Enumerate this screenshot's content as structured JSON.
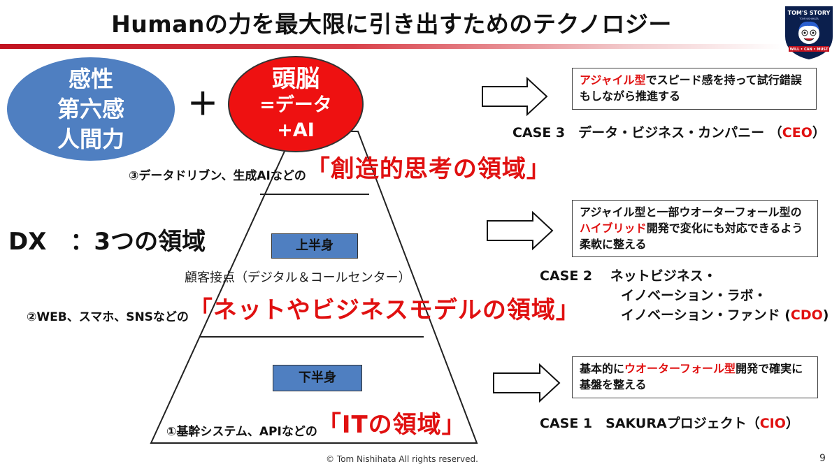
{
  "title": "Humanの力を最大限に引き出すためのテクノロジー",
  "logo": {
    "top_text": "TOM'S STORY",
    "sub_text": "TOM NISHIHATA",
    "bottom_text": "WILL • CAN • MUST"
  },
  "ellipse_left": {
    "line1": "感性",
    "line2": "第六感",
    "line3": "人間力"
  },
  "plus_sign": "＋",
  "ellipse_right": {
    "line1": "頭脳",
    "line2": "=データ",
    "line3": "+AI"
  },
  "dx_label": "DX　：3つの領域",
  "tiers": {
    "top": {
      "prefix": "③データドリブン、生成AIなどの",
      "highlight": "「創造的思考の領域」"
    },
    "middle": {
      "tag": "上半身",
      "note": "顧客接点（デジタル＆コールセンター）",
      "prefix": "②WEB、スマホ、SNSなどの",
      "highlight": "「ネットやビジネスモデルの領域」"
    },
    "bottom": {
      "tag": "下半身",
      "prefix": "①基幹システム、APIなどの",
      "highlight": "「ITの領域」"
    }
  },
  "cases": [
    {
      "box_red": "アジャイル型",
      "box_text": "でスピード感を持って試行錯誤もしながら推進する",
      "label": "CASE 3　データ・ビジネス・カンパニー （",
      "role": "CEO",
      "label_end": "）"
    },
    {
      "box_pre": "アジャイル型と一部ウオーターフォール型の",
      "box_red": "ハイブリッド",
      "box_text": "開発で変化にも対応できるよう柔軟に整える",
      "label_line1": "CASE 2　 ネットビジネス・",
      "label_line2": "イノベーション・ラボ・",
      "label_line3": "イノベーション・ファンド (",
      "role": "CDO",
      "label_end": ")"
    },
    {
      "box_pre": "基本的に",
      "box_red": "ウオーターフォール型",
      "box_text": "開発で確実に基盤を整える",
      "label": "CASE 1　SAKURAプロジェクト（",
      "role": "CIO",
      "label_end": "）"
    }
  ],
  "footer": "© Tom Nishihata All rights reserved.",
  "page_number": "9"
}
